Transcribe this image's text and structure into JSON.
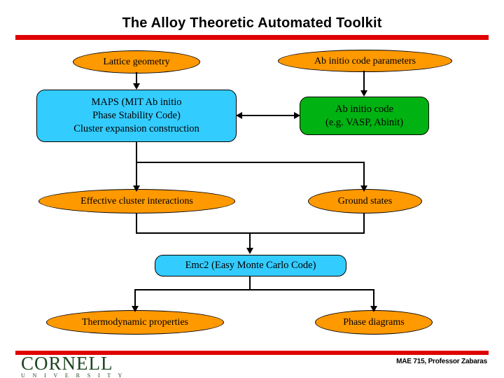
{
  "slide": {
    "title": "The Alloy Theoretic Automated Toolkit",
    "accent_color": "#E00000",
    "background_color": "#FFFFFF"
  },
  "footer": {
    "logo_word": "CORNELL",
    "logo_subtitle": "U N I V E R S I T Y",
    "logo_color": "#1C4620",
    "note": "MAE 715, Professor Zabaras"
  },
  "diagram": {
    "type": "flowchart",
    "colors": {
      "ellipse_fill": "#FF9900",
      "box_cyan_fill": "#33CCFF",
      "box_green_fill": "#00B312",
      "outline": "#000000"
    },
    "nodes": [
      {
        "id": "lattice-geometry",
        "shape": "ellipse",
        "fill": "#FF9900",
        "text": "Lattice geometry"
      },
      {
        "id": "ab-initio-params",
        "shape": "ellipse",
        "fill": "#FF9900",
        "text": "Ab initio code parameters"
      },
      {
        "id": "maps",
        "shape": "rounded-rect",
        "fill": "#33CCFF",
        "lines": [
          "MAPS (MIT Ab initio",
          "Phase Stability Code)",
          "Cluster expansion construction"
        ]
      },
      {
        "id": "ab-initio-code",
        "shape": "rounded-rect",
        "fill": "#00B312",
        "lines": [
          "Ab initio code",
          "(e.g. VASP, Abinit)"
        ]
      },
      {
        "id": "effective-cluster-interactions",
        "shape": "ellipse",
        "fill": "#FF9900",
        "text": "Effective cluster interactions"
      },
      {
        "id": "ground-states",
        "shape": "ellipse",
        "fill": "#FF9900",
        "text": "Ground states"
      },
      {
        "id": "emc2",
        "shape": "rounded-rect",
        "fill": "#33CCFF",
        "text": "Emc2 (Easy Monte Carlo Code)"
      },
      {
        "id": "thermodynamic-properties",
        "shape": "ellipse",
        "fill": "#FF9900",
        "text": "Thermodynamic properties"
      },
      {
        "id": "phase-diagrams",
        "shape": "ellipse",
        "fill": "#FF9900",
        "text": "Phase diagrams"
      }
    ],
    "edges": [
      {
        "from": "lattice-geometry",
        "to": "maps",
        "style": "arrow-down"
      },
      {
        "from": "ab-initio-params",
        "to": "ab-initio-code",
        "style": "arrow-down"
      },
      {
        "from": "maps",
        "to": "ab-initio-code",
        "style": "bidirectional"
      },
      {
        "from": "maps",
        "to": "effective-cluster-interactions",
        "style": "arrow-down"
      },
      {
        "from": "maps",
        "to": "ground-states",
        "style": "arrow-down-branch"
      },
      {
        "from": "effective-cluster-interactions",
        "to": "emc2",
        "style": "merge-arrow-down"
      },
      {
        "from": "ground-states",
        "to": "emc2",
        "style": "merge-arrow-down"
      },
      {
        "from": "emc2",
        "to": "thermodynamic-properties",
        "style": "split-arrow-down"
      },
      {
        "from": "emc2",
        "to": "phase-diagrams",
        "style": "split-arrow-down"
      }
    ]
  }
}
